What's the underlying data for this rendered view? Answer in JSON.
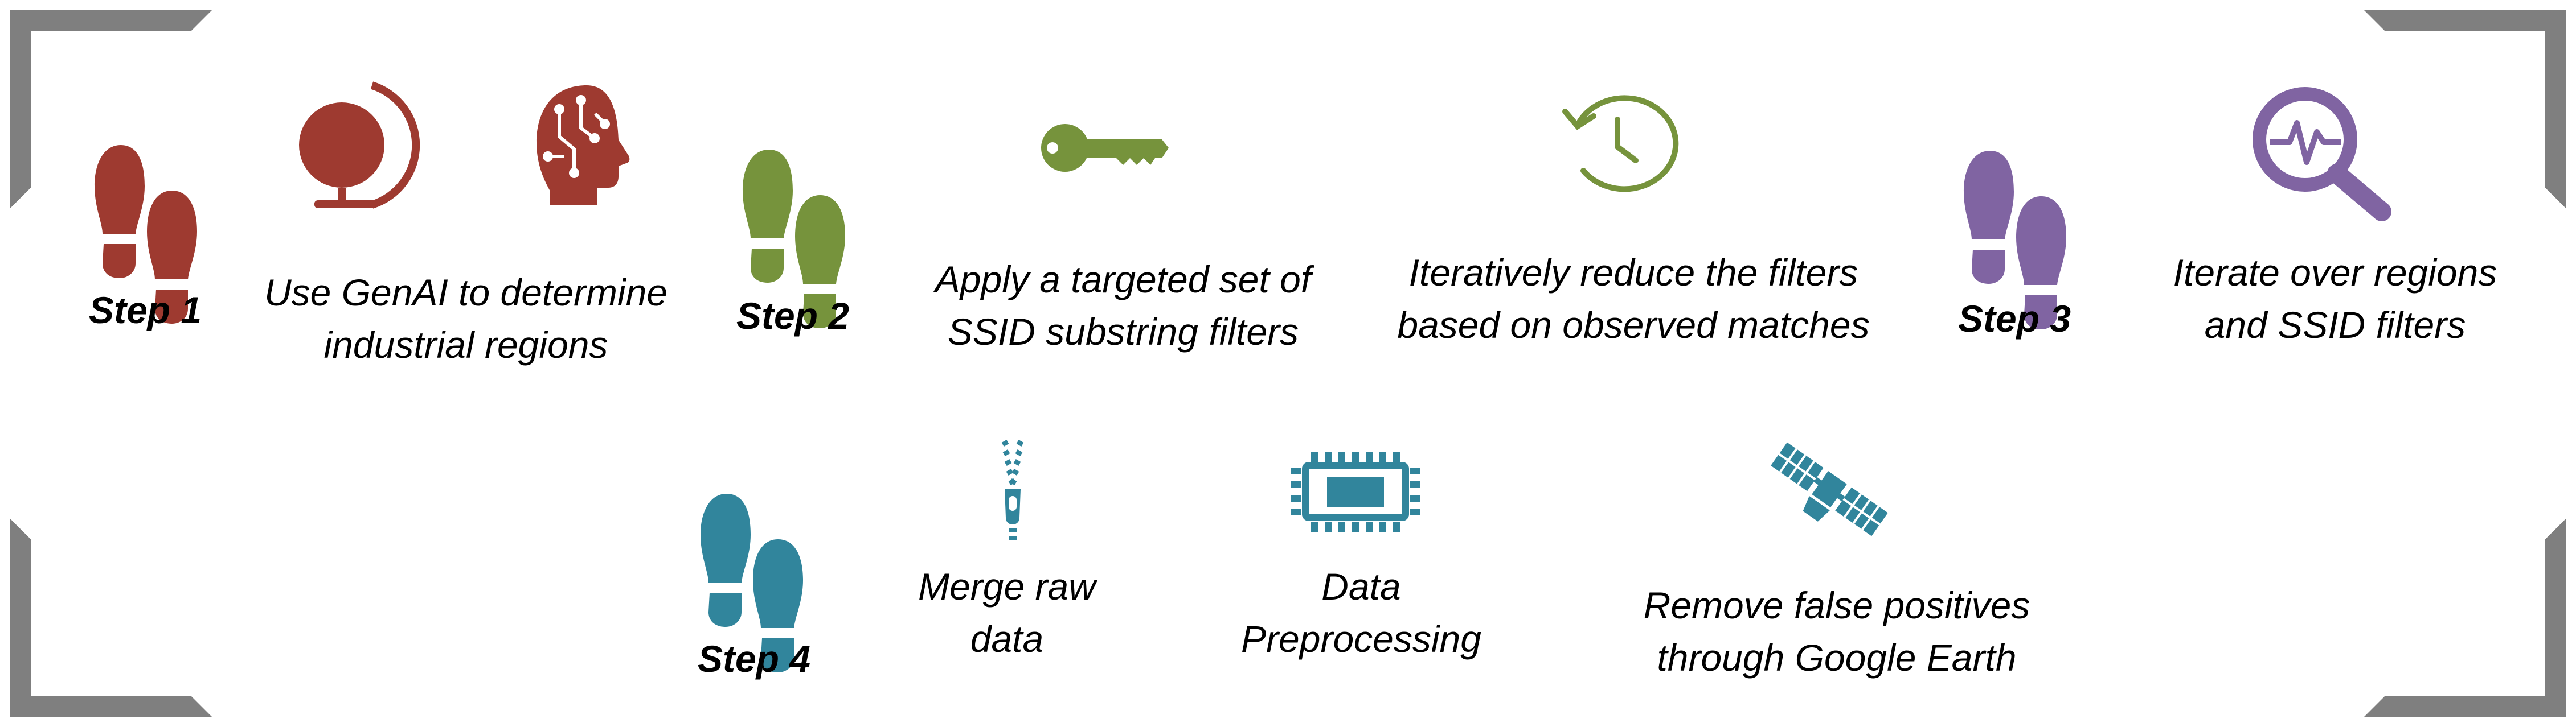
{
  "colors": {
    "frame": "#7f7f7f",
    "step1": "#9e3a30",
    "step2": "#76933c",
    "step3": "#8064a2",
    "step4": "#31859c",
    "text": "#000000"
  },
  "steps": [
    {
      "label": "Step 1",
      "color": "#9e3a30"
    },
    {
      "label": "Step 2",
      "color": "#76933c"
    },
    {
      "label": "Step 3",
      "color": "#8064a2"
    },
    {
      "label": "Step 4",
      "color": "#31859c"
    }
  ],
  "actions": {
    "genai_regions": [
      "Use GenAI to determine",
      "industrial regions"
    ],
    "apply_filters": [
      "Apply a targeted set of",
      "SSID substring filters"
    ],
    "reduce_filters": [
      "Iteratively reduce the filters",
      "based on observed matches"
    ],
    "iterate": [
      "Iterate over regions",
      "and SSID filters"
    ],
    "merge": [
      "Merge raw",
      "data"
    ],
    "preprocess": [
      "Data",
      "Preprocessing"
    ],
    "remove_fp": [
      "Remove false positives",
      "through Google Earth"
    ]
  },
  "icons": {
    "globe": "globe-icon",
    "ai_head": "ai-head-icon",
    "key": "key-icon",
    "history": "history-icon",
    "search_pulse": "search-pulse-icon",
    "zipper": "zipper-icon",
    "chip": "chip-icon",
    "satellite": "satellite-icon",
    "footprints": "footprints-icon"
  }
}
